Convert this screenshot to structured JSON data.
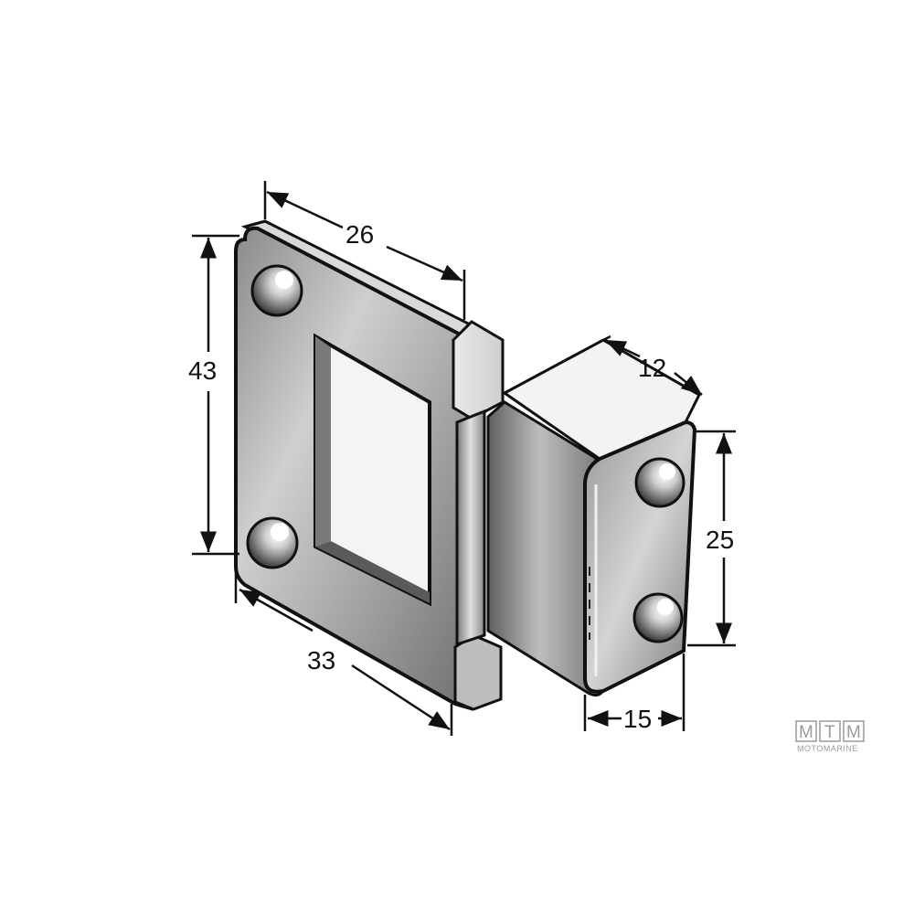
{
  "dimensions": {
    "width_top": "26",
    "height_left": "43",
    "depth": "12",
    "height_right": "25",
    "width_bottom": "33",
    "width_right": "15"
  },
  "logo": {
    "letters": [
      "M",
      "T",
      "M"
    ],
    "subtitle": "MOTOMARINE"
  },
  "colors": {
    "line": "#111111",
    "metal_light": "#e6e6e6",
    "metal_mid": "#bdbdbd",
    "metal_dark": "#6e6e6e",
    "logo": "#9a9a9a"
  }
}
